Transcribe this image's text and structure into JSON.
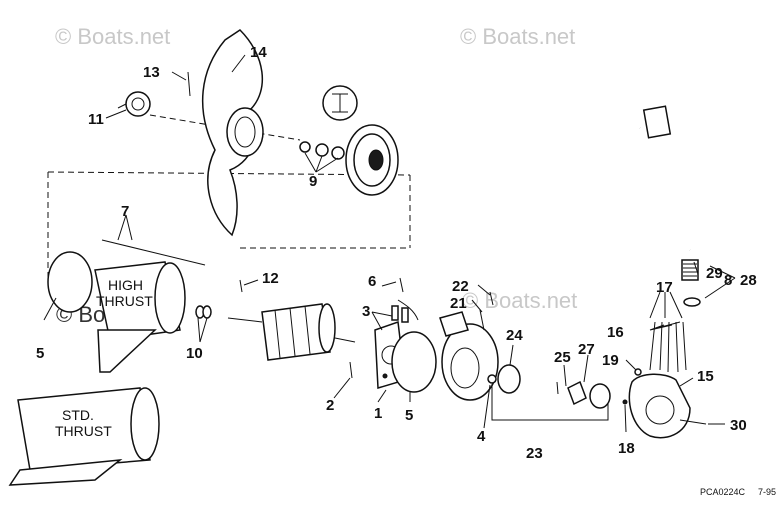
{
  "watermarks": [
    "© Boats.net",
    "© Boats.net",
    "© Boats.net",
    "© Boats.net"
  ],
  "callouts": [
    "1",
    "2",
    "3",
    "4",
    "5",
    "5",
    "6",
    "7",
    "8",
    "9",
    "10",
    "11",
    "12",
    "13",
    "14",
    "15",
    "16",
    "17",
    "18",
    "19",
    "21",
    "22",
    "23",
    "24",
    "25",
    "27",
    "28",
    "29",
    "30"
  ],
  "labels": {
    "high_thrust_line1": "HIGH",
    "high_thrust_line2": "THRUST",
    "std_thrust_line1": "STD.",
    "std_thrust_line2": "THRUST"
  },
  "reference": {
    "code": "PCA0224C",
    "date": "7-95"
  }
}
